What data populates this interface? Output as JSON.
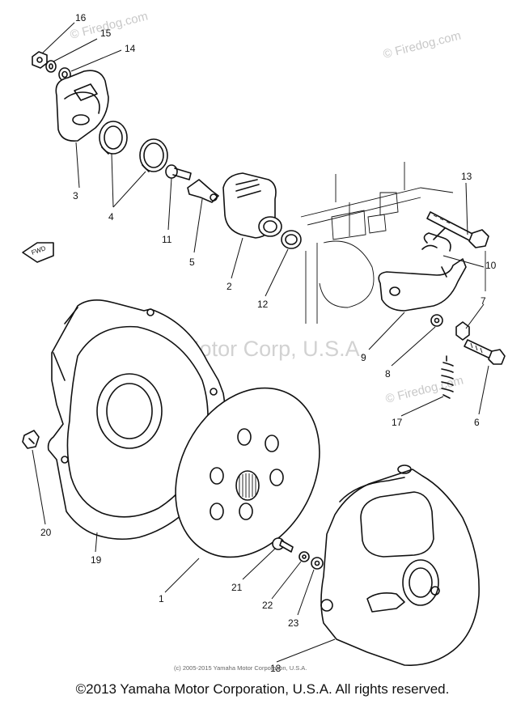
{
  "watermarks": {
    "firedog_top_left": "© Firedog.com",
    "firedog_top_right": "© Firedog.com",
    "firedog_right": "© Firedog.com",
    "yamaha_center": "Yamaha Motor Corp, U.S.A."
  },
  "fwd_label": "FWD",
  "small_credit": "(c) 2005-2015 Yamaha Motor Corporation, U.S.A.",
  "copyright": "©2013 Yamaha Motor Corporation, U.S.A. All rights reserved.",
  "callouts": [
    "16",
    "15",
    "14",
    "3",
    "4",
    "11",
    "5",
    "2",
    "12",
    "13",
    "10",
    "7",
    "9",
    "8",
    "6",
    "17",
    "20",
    "19",
    "1",
    "21",
    "22",
    "23",
    "18"
  ]
}
